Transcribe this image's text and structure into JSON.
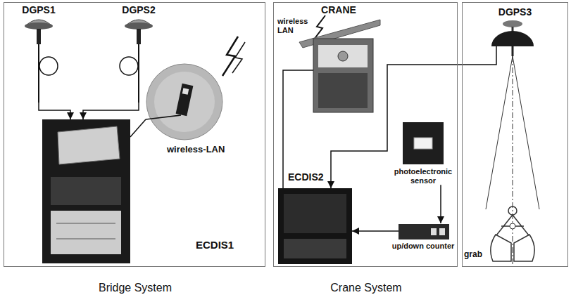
{
  "diagram": {
    "nodes": [
      {
        "text": [
          "Bridge System"
        ]
      },
      {
        "text": [
          "DGPS1"
        ],
        "in": 0
      },
      {
        "text": [
          "DGPS2"
        ],
        "in": 0
      },
      {
        "text": [
          "wireless-LAN"
        ],
        "in": 0
      },
      {
        "text": [
          "ECDIS1"
        ],
        "in": 0
      },
      {
        "text": [
          "Crane System"
        ]
      },
      {
        "text": [
          "CRANE"
        ],
        "in": 5
      },
      {
        "text": [
          "ECDIS2"
        ],
        "in": 5
      },
      {
        "text": [
          "photoelectronic sensor"
        ],
        "in": 5
      },
      {
        "text": [
          "up/down counter"
        ],
        "in": 5
      },
      {
        "text": [
          "DGPS3"
        ]
      }
    ],
    "edges": [
      {
        "from": 1,
        "to": 4,
        "arrow": "to"
      },
      {
        "from": 2,
        "to": 4,
        "arrow": "to"
      },
      {
        "from": 3,
        "to": 4,
        "arrow": "none"
      },
      {
        "from": 6,
        "to": 7,
        "arrow": "none"
      },
      {
        "from": 10,
        "to": 7,
        "arrow": "to"
      },
      {
        "from": 8,
        "to": 9,
        "arrow": "to"
      },
      {
        "from": 9,
        "to": 7,
        "arrow": "to"
      }
    ],
    "labels": [
      "wireless LAN",
      "grab"
    ]
  }
}
